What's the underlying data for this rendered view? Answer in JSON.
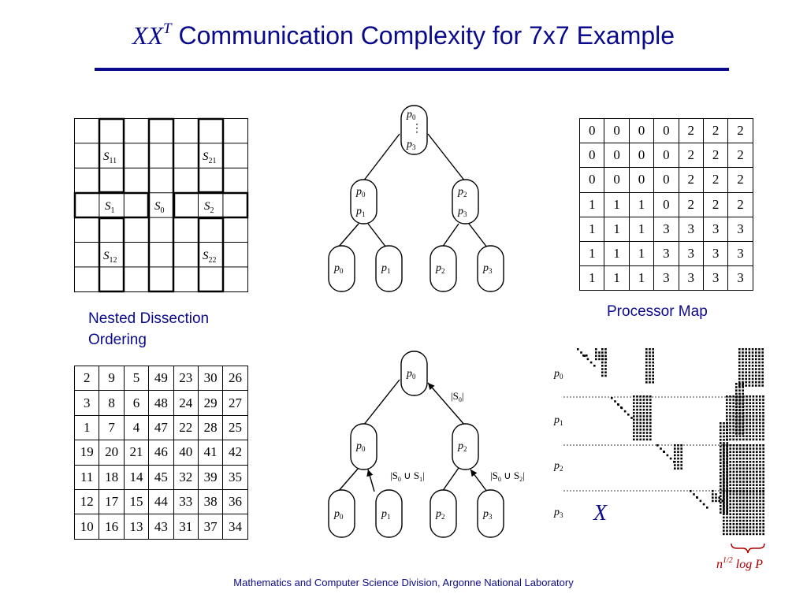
{
  "slide": {
    "title_xx": "XX",
    "title_sup": "T",
    "title_rest": " Communication Complexity for 7x7 Example",
    "footer": "Mathematics and Computer Science Division, Argonne National Laboratory"
  },
  "dissection": {
    "caption_line1": "Nested Dissection",
    "caption_line2": "Ordering",
    "separators": {
      "s11": "S",
      "s11_sub": "11",
      "s21": "S",
      "s21_sub": "21",
      "s1": "S",
      "s1_sub": "1",
      "s0": "S",
      "s0_sub": "0",
      "s2": "S",
      "s2_sub": "2",
      "s12": "S",
      "s12_sub": "12",
      "s22": "S",
      "s22_sub": "22"
    }
  },
  "ordering_table": {
    "rows": [
      [
        "2",
        "9",
        "5",
        "49",
        "23",
        "30",
        "26"
      ],
      [
        "3",
        "8",
        "6",
        "48",
        "24",
        "29",
        "27"
      ],
      [
        "1",
        "7",
        "4",
        "47",
        "22",
        "28",
        "25"
      ],
      [
        "19",
        "20",
        "21",
        "46",
        "40",
        "41",
        "42"
      ],
      [
        "11",
        "18",
        "14",
        "45",
        "32",
        "39",
        "35"
      ],
      [
        "12",
        "17",
        "15",
        "44",
        "33",
        "38",
        "36"
      ],
      [
        "10",
        "16",
        "13",
        "43",
        "31",
        "37",
        "34"
      ]
    ]
  },
  "processor_map": {
    "caption": "Processor Map",
    "rows": [
      [
        "0",
        "0",
        "0",
        "0",
        "2",
        "2",
        "2"
      ],
      [
        "0",
        "0",
        "0",
        "0",
        "2",
        "2",
        "2"
      ],
      [
        "0",
        "0",
        "0",
        "0",
        "2",
        "2",
        "2"
      ],
      [
        "1",
        "1",
        "1",
        "0",
        "2",
        "2",
        "2"
      ],
      [
        "1",
        "1",
        "1",
        "3",
        "3",
        "3",
        "3"
      ],
      [
        "1",
        "1",
        "1",
        "3",
        "3",
        "3",
        "3"
      ],
      [
        "1",
        "1",
        "1",
        "3",
        "3",
        "3",
        "3"
      ]
    ]
  },
  "tree_top": {
    "root": {
      "p": "p",
      "a": "0",
      "dots": "⋮",
      "b": "3"
    },
    "left": {
      "p": "p",
      "a": "0",
      "b": "1"
    },
    "right": {
      "p": "p",
      "a": "2",
      "b": "3"
    },
    "leaves": [
      "0",
      "1",
      "2",
      "3"
    ]
  },
  "tree_bottom": {
    "root": "0",
    "left": "0",
    "right": "2",
    "leaves": [
      "0",
      "1",
      "2",
      "3"
    ],
    "label_root": "|S",
    "label_root_sub": "0",
    "label_root_end": "|",
    "label_left_a": "|S",
    "label_left_sub0": "0",
    "label_left_mid": " ∪ S",
    "label_left_sub1": "1",
    "label_left_end": "|",
    "label_right_a": "|S",
    "label_right_sub0": "0",
    "label_right_mid": " ∪ S",
    "label_right_sub1": "2",
    "label_right_end": "|"
  },
  "sparsity": {
    "row_labels": [
      "0",
      "1",
      "2",
      "3"
    ],
    "row_label_p": "p",
    "matrix_label": "X",
    "brace_text": "n",
    "brace_sup": "1/2",
    "brace_end": " log P",
    "colors": {
      "dot": "#000000",
      "annotation": "#b00000"
    }
  }
}
